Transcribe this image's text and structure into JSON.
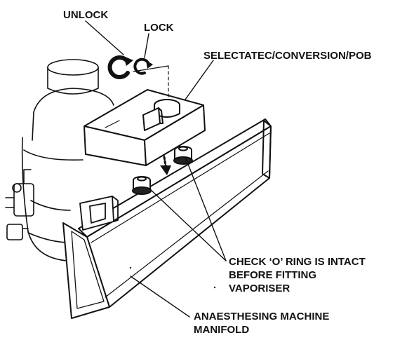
{
  "labels": {
    "unlock": "UNLOCK",
    "lock": "LOCK",
    "selectatec": "SELECTATEC/CONVERSION/POB",
    "check_line1": "CHECK ‘O’ RING IS INTACT",
    "check_line2": "BEFORE FITTING",
    "check_line3": "VAPORISER",
    "manifold_line1": "ANAESTHESING MACHINE",
    "manifold_line2": "MANIFOLD"
  },
  "colors": {
    "ink": "#111111",
    "background": "#ffffff",
    "shade": "#222222"
  },
  "icons": [
    "unlock-rotate-icon",
    "lock-rotate-icon",
    "down-arrow-icon"
  ]
}
